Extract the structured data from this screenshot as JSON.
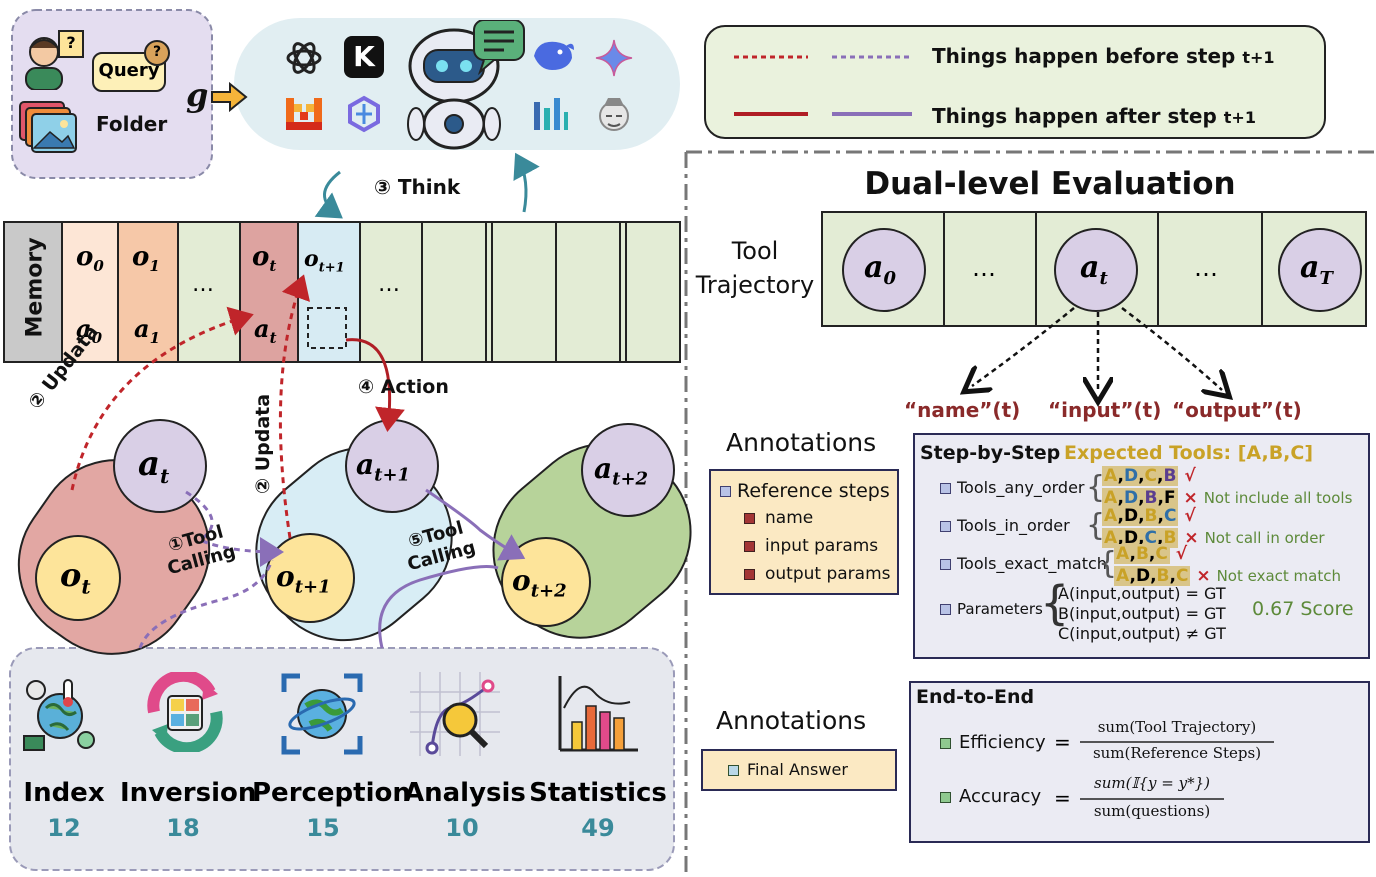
{
  "legend": {
    "before_label": "Things happen before step",
    "before_sub": "t+1",
    "after_label": "Things happen after step",
    "after_sub": "t+1",
    "colors": {
      "red": "#c0252a",
      "purple": "#8a6fb8"
    }
  },
  "query_box": {
    "query_label": "Query",
    "folder_label": "Folder",
    "g_symbol": "g"
  },
  "llm_bar": {
    "icons": [
      "openai-logo",
      "kimi-logo",
      "deepseek-logo",
      "gemini-logo",
      "mistral-logo",
      "tencent-logo",
      "qwen-logo",
      "zhipu-logo"
    ],
    "kimi_letter": "K"
  },
  "think_label": "③ Think",
  "memory": {
    "label": "Memory",
    "o_row": [
      "o",
      "o",
      "…",
      "o",
      "o"
    ],
    "o_sub": [
      "0",
      "1",
      "",
      "t",
      "t+1"
    ],
    "a_row": [
      "a",
      "a",
      "",
      "a",
      ""
    ],
    "a_sub": [
      "0",
      "1",
      "",
      "t",
      ""
    ],
    "dots": "…"
  },
  "flow": {
    "update1": "② Updata",
    "update2": "② Updata",
    "action": "④ Action",
    "tool1_line1": "①Tool",
    "tool1_line2": "Calling",
    "tool5_line1": "⑤Tool",
    "tool5_line2": "Calling",
    "nodes": {
      "a_t": "a",
      "a_t_sub": "t",
      "o_t": "o",
      "o_t_sub": "t",
      "a_t1": "a",
      "a_t1_sub": "t+1",
      "o_t1": "o",
      "o_t1_sub": "t+1",
      "a_t2": "a",
      "a_t2_sub": "t+2",
      "o_t2": "o",
      "o_t2_sub": "t+2"
    }
  },
  "categories": [
    {
      "name": "Index",
      "count": "12",
      "icon": "globe-sensor-icon"
    },
    {
      "name": "Inversion",
      "count": "18",
      "icon": "calculator-cycle-icon"
    },
    {
      "name": "Perception",
      "count": "15",
      "icon": "earth-scan-icon"
    },
    {
      "name": "Analysis",
      "count": "10",
      "icon": "magnifier-chart-icon"
    },
    {
      "name": "Statistics",
      "count": "49",
      "icon": "bar-chart-icon"
    }
  ],
  "evaluation": {
    "title": "Dual-level Evaluation",
    "traj_label_1": "Tool",
    "traj_label_2": "Trajectory",
    "traj_cells": [
      {
        "sym": "a",
        "sub": "0"
      },
      {
        "sym": "…",
        "sub": ""
      },
      {
        "sym": "a",
        "sub": "t"
      },
      {
        "sym": "…",
        "sub": ""
      },
      {
        "sym": "a",
        "sub": "T"
      }
    ],
    "fields": [
      "“name”(t)",
      "“input”(t)",
      "“output”(t)"
    ],
    "annotations_1": "Annotations",
    "annotations_2": "Annotations",
    "ref_steps": {
      "title": "Reference steps",
      "items": [
        "name",
        "input params",
        "output params"
      ]
    },
    "final_answer": "Final Answer",
    "step_by_step": {
      "title": "Step-by-Step",
      "expected": "Expected Tools: [A,B,C]",
      "any_order": "Tools_any_order",
      "in_order": "Tools_in_order",
      "exact_match": "Tools_exact_match",
      "parameters": "Parameters",
      "seq_any_1": [
        "A",
        ",",
        "D",
        ",",
        "C",
        ",",
        "B"
      ],
      "seq_any_2": [
        "A",
        ",",
        "D",
        ",",
        "B",
        ",",
        "F"
      ],
      "seq_in_1": [
        "A",
        ",",
        "D",
        ",",
        "B",
        ",",
        "C"
      ],
      "seq_in_2": [
        "A",
        ",",
        "D",
        ",",
        "C",
        ",",
        "B"
      ],
      "seq_exact_1": [
        "A",
        ",",
        "B",
        ",",
        "C"
      ],
      "seq_exact_2": [
        "A",
        ",",
        "D",
        ",",
        "B",
        ",",
        "C"
      ],
      "check": "√",
      "cross": "×",
      "not_all": "Not include all tools",
      "not_order": "Not call in order",
      "not_exact": "Not exact match",
      "param_a": "A(input,output) = GT",
      "param_b": "B(input,output) = GT",
      "param_c": "C(input,output) ≠ GT",
      "score": "0.67 Score"
    },
    "end_to_end": {
      "title": "End-to-End",
      "efficiency": "Efficiency",
      "eff_num": "sum(Tool Trajectory)",
      "eff_den": "sum(Reference Steps)",
      "accuracy": "Accuracy",
      "acc_num": "sum(𝕀{y = y*})",
      "acc_den": "sum(questions)"
    }
  }
}
